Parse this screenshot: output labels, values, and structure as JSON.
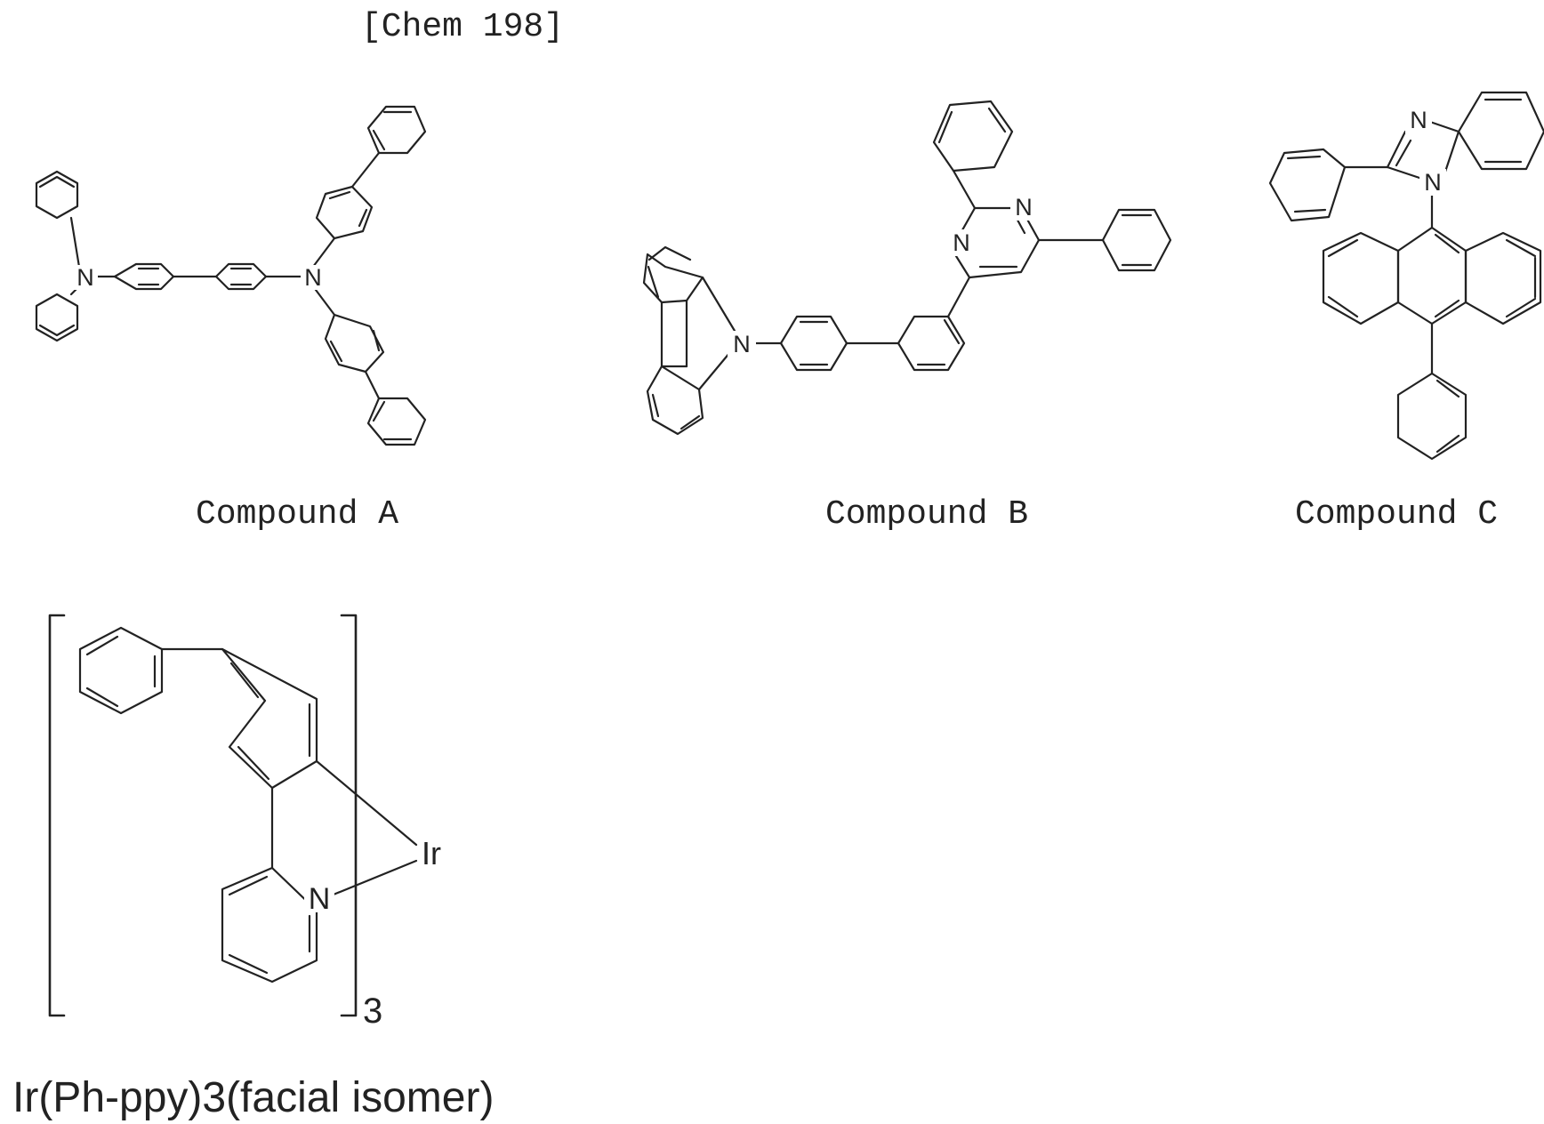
{
  "heading": "[Chem 198]",
  "compounds": {
    "a": {
      "label": "Compound A",
      "atoms": [
        "N",
        "N"
      ]
    },
    "b": {
      "label": "Compound B",
      "atoms": [
        "N",
        "N",
        "N"
      ]
    },
    "c": {
      "label": "Compound C",
      "atoms": [
        "N",
        "N"
      ]
    },
    "ir": {
      "label": "Ir(Ph-ppy)3(facial isomer)",
      "metal": "Ir",
      "ring_atom": "N",
      "subscript": "3"
    }
  }
}
